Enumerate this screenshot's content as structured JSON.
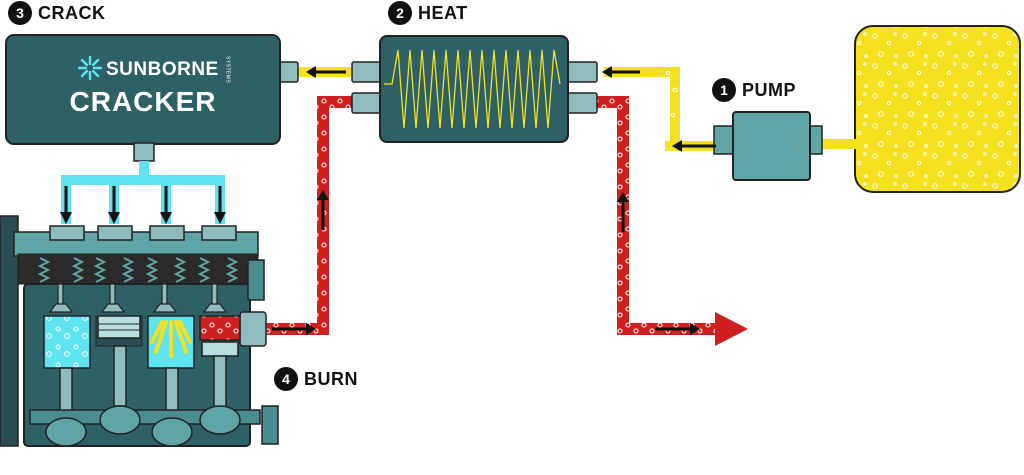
{
  "steps": [
    {
      "number": "1",
      "label": "PUMP"
    },
    {
      "number": "2",
      "label": "HEAT"
    },
    {
      "number": "3",
      "label": "CRACK"
    },
    {
      "number": "4",
      "label": "BURN"
    }
  ],
  "cracker": {
    "brand": "SUNBORNE",
    "brand_tag": "SYSTEMS",
    "title": "CRACKER"
  },
  "colors": {
    "fuel": "#f5e11e",
    "hot_fluid": "#cf1f1f",
    "cyan_manifold": "#5ee4f0",
    "unit_teal": "#2e6166",
    "pump_teal": "#5fa5a5"
  }
}
